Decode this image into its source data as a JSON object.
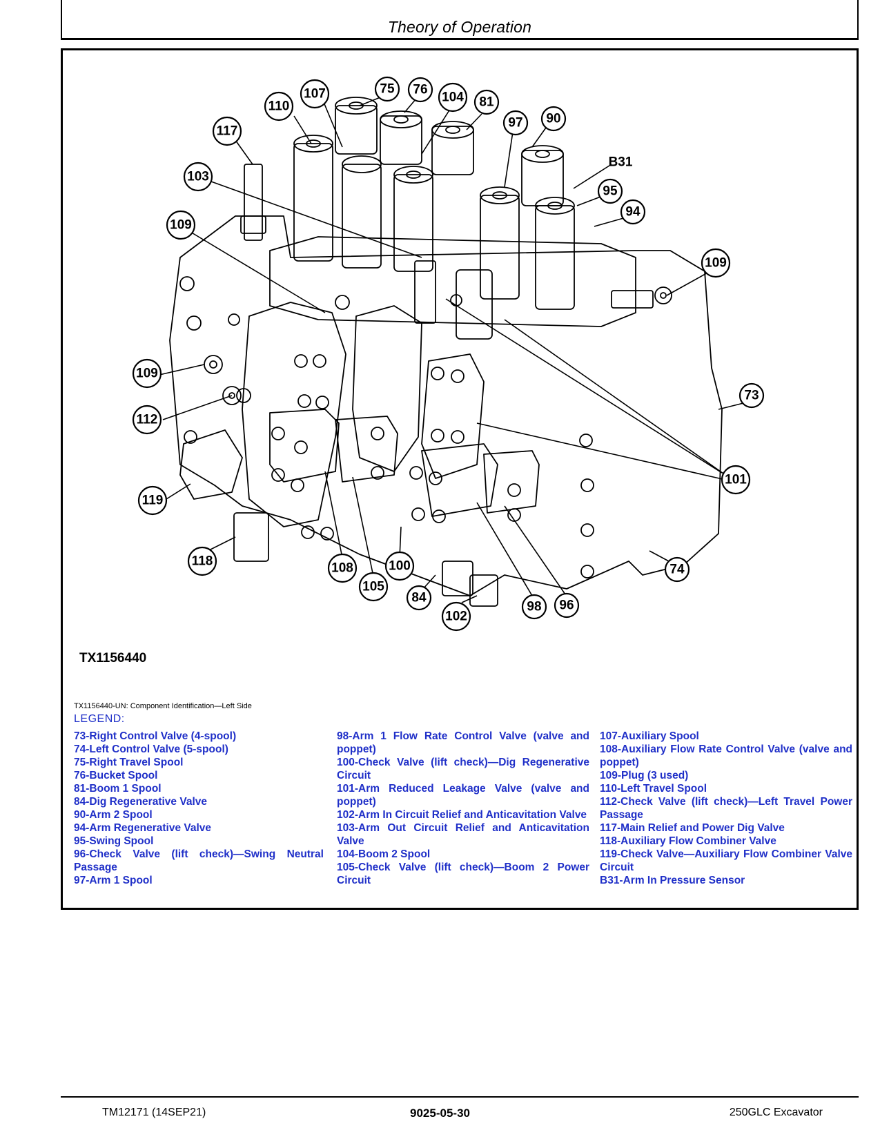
{
  "header": {
    "title": "Theory of Operation"
  },
  "figure": {
    "id": "TX1156440",
    "caption": "TX1156440-UN: Component Identification—Left Side",
    "callouts": [
      "75",
      "76",
      "107",
      "110",
      "104",
      "81",
      "97",
      "90",
      "117",
      "B31",
      "95",
      "103",
      "94",
      "109",
      "109",
      "109",
      "73",
      "112",
      "101",
      "119",
      "118",
      "108",
      "105",
      "100",
      "74",
      "84",
      "102",
      "98",
      "96"
    ]
  },
  "legend": {
    "title": "LEGEND:",
    "col1": [
      "73-Right Control Valve (4-spool)",
      "74-Left Control Valve (5-spool)",
      "75-Right Travel Spool",
      "76-Bucket Spool",
      "81-Boom 1 Spool",
      "84-Dig Regenerative Valve",
      "90-Arm 2 Spool",
      "94-Arm Regenerative Valve",
      "95-Swing Spool",
      "96-Check Valve (lift check)—Swing Neutral Passage",
      "97-Arm 1 Spool"
    ],
    "col2": [
      "98-Arm 1 Flow Rate Control Valve (valve and poppet)",
      "100-Check Valve (lift check)—Dig Regenerative Circuit",
      "101-Arm Reduced Leakage Valve (valve and poppet)",
      "102-Arm In Circuit Relief and Anticavitation Valve",
      "103-Arm Out Circuit Relief and Anticavitation Valve",
      "104-Boom 2 Spool",
      "105-Check Valve (lift check)—Boom 2 Power Circuit"
    ],
    "col3": [
      "107-Auxiliary Spool",
      "108-Auxiliary Flow Rate Control Valve (valve and poppet)",
      "109-Plug (3 used)",
      "110-Left Travel Spool",
      "112-Check Valve (lift check)—Left Travel Power Passage",
      "117-Main Relief and Power Dig Valve",
      "118-Auxiliary Flow Combiner Valve",
      "119-Check Valve—Auxiliary Flow Combiner Valve Circuit",
      "B31-Arm In Pressure Sensor"
    ]
  },
  "footer": {
    "left": "TM12171 (14SEP21)",
    "center": "9025-05-30",
    "right": "250GLC Excavator"
  }
}
